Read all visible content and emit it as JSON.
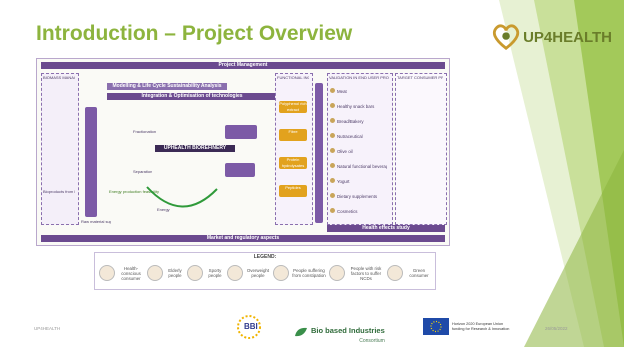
{
  "slide": {
    "title": "Introduction – Project Overview",
    "logo_text": "UP4HEALTH",
    "footer_left": "UP4HEALTH",
    "footer_date": "26/05/2022"
  },
  "diagram": {
    "top_bar": "Project Management",
    "modelling_bar": "Modelling & Life Cycle Sustainability Analysis",
    "integration_bar": "Integration & Optimisation of technologies",
    "biorefinery_label": "UPHEALTH BIOREFINERY",
    "biomass_label": "BIOMASS MANAGEMENT",
    "functional_label": "FUNCTIONAL INGREDIENTS",
    "validation_label": "VALIDATION IN END USER PRODUCTS",
    "target_label": "TARGET CONSUMER PROFILES",
    "market_bar": "Market and regulatory aspects",
    "health_bar": "Health effects study",
    "raw_material_label": "Raw material supply",
    "fractionation_label": "Fractionation",
    "separation_label": "Separation",
    "energy_label": "Energy",
    "energy_study": "Energy production feasibility study",
    "bioproducts_label": "Bioproducts from PROCESS",
    "products": [
      "Meat",
      "Healthy snack bars",
      "Bread/Bakery",
      "Nutraceutical",
      "Olive oil",
      "Natural functional beverages",
      "Yogurt",
      "Dietary supplements",
      "Cosmetics"
    ],
    "ingredients": [
      "Polyphenol rich extract",
      "Fibre",
      "Protein hydrolysates",
      "Peptides"
    ]
  },
  "legend": {
    "title": "LEGEND:",
    "items": [
      "Health-conscious consumer",
      "Elderly people",
      "Sporty people",
      "Overweight people",
      "People suffering from constipation",
      "People with risk factors to suffer NCDs",
      "Green consumer"
    ]
  },
  "partners": {
    "bbi": "BBI",
    "bic_name": "Bio based Industries",
    "bic_sub": "Consortium",
    "eu_text": "Horizon 2020 European Union funding for Research & Innovation"
  },
  "colors": {
    "title": "#8db43e",
    "purple": "#6b4a8f",
    "green": "#7fae2e"
  }
}
